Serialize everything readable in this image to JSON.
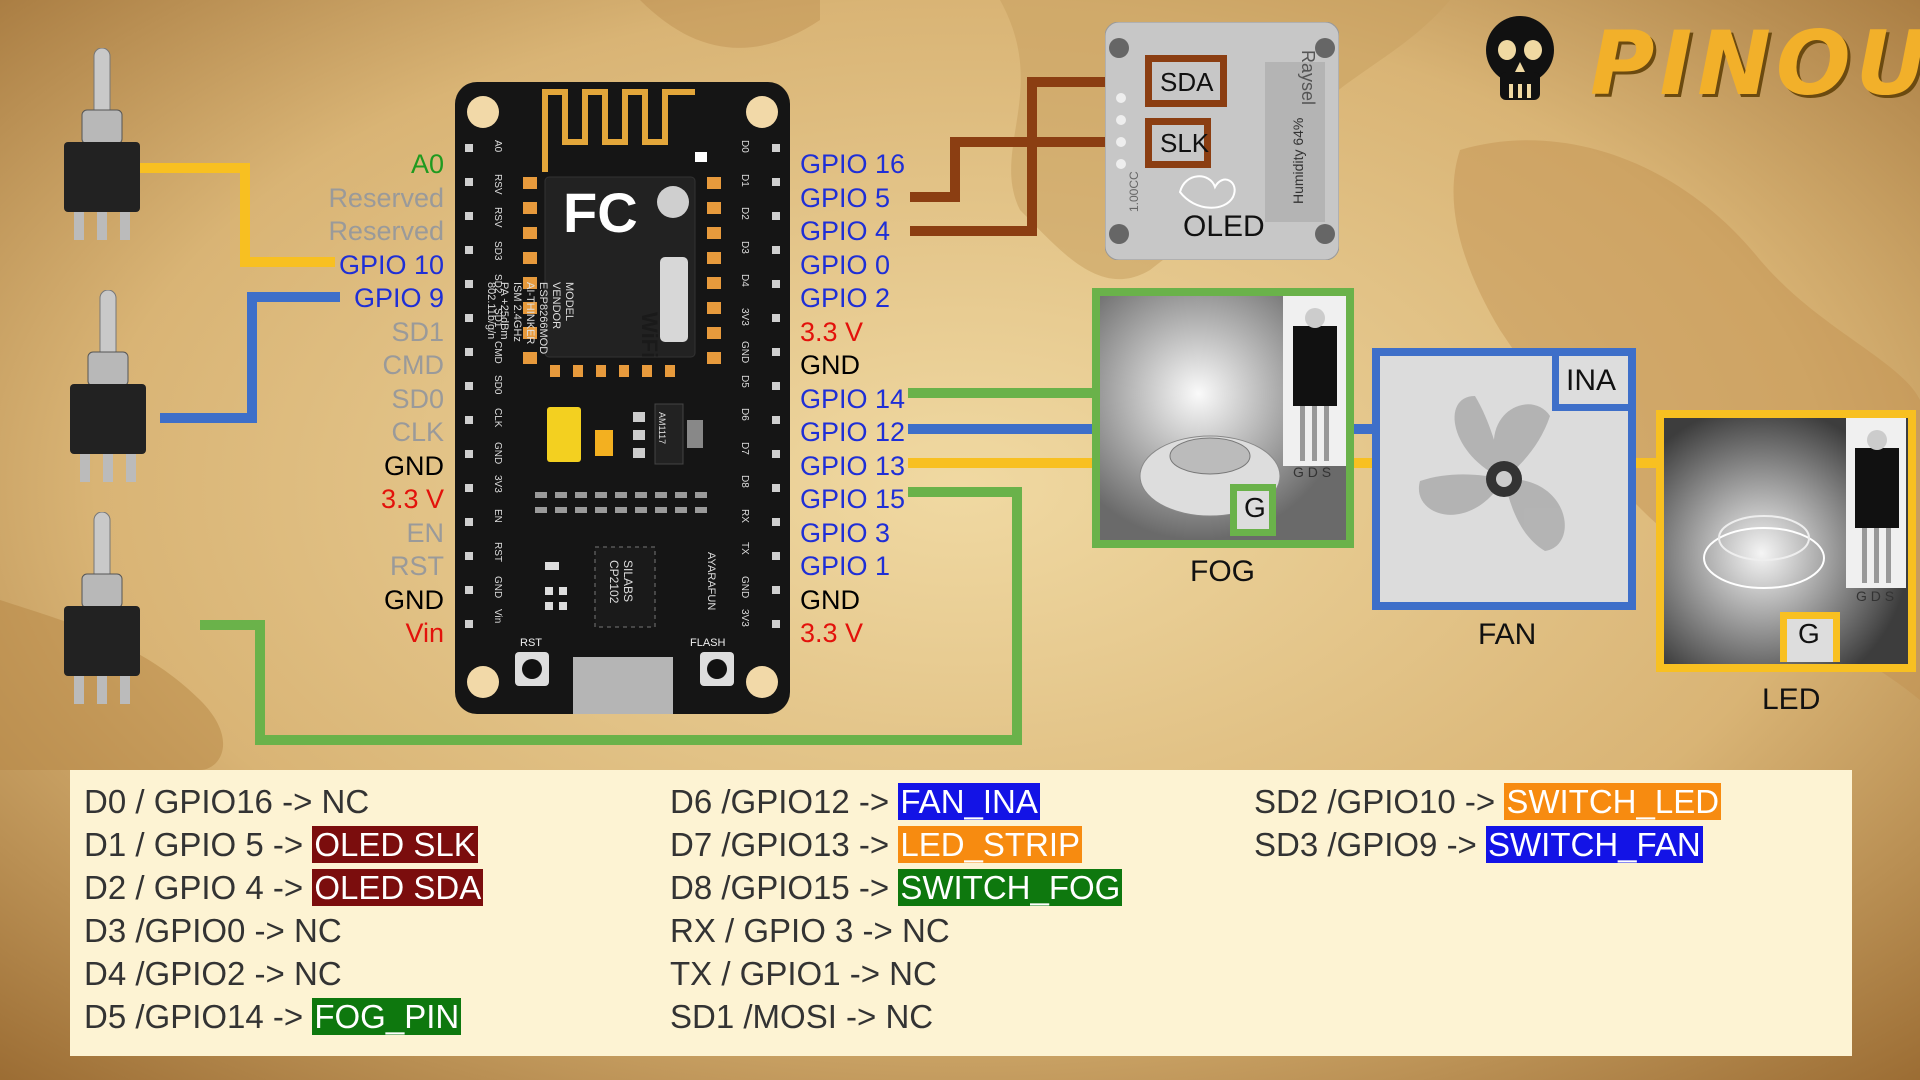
{
  "title": "PINOUT",
  "colors": {
    "gpio_blue": "#1f2fd6",
    "reserved_gray": "#9a9a9a",
    "power_red": "#e3120b",
    "analog_green": "#1f9a1f",
    "wire_orange": "#f8c021",
    "wire_blue": "#3e6fc9",
    "wire_green": "#6ab24a",
    "wire_brown": "#8b3e12",
    "legend_bg": "#fdf3d3",
    "hl_darkred": "#7b0d0d",
    "hl_blue": "#1313e6",
    "hl_orange": "#f78b10",
    "hl_green": "#0e780e"
  },
  "left_pins": [
    {
      "label": "A0",
      "color": "analog_green"
    },
    {
      "label": "Reserved",
      "color": "reserved_gray"
    },
    {
      "label": "Reserved",
      "color": "reserved_gray"
    },
    {
      "label": "GPIO 10",
      "color": "gpio_blue"
    },
    {
      "label": "GPIO 9",
      "color": "gpio_blue"
    },
    {
      "label": "SD1",
      "color": "reserved_gray"
    },
    {
      "label": "CMD",
      "color": "reserved_gray"
    },
    {
      "label": "SD0",
      "color": "reserved_gray"
    },
    {
      "label": "CLK",
      "color": "reserved_gray"
    },
    {
      "label": "GND",
      "color": "black"
    },
    {
      "label": "3.3 V",
      "color": "power_red"
    },
    {
      "label": "EN",
      "color": "reserved_gray"
    },
    {
      "label": "RST",
      "color": "reserved_gray"
    },
    {
      "label": "GND",
      "color": "black"
    },
    {
      "label": "Vin",
      "color": "power_red"
    }
  ],
  "right_pins": [
    {
      "label": "GPIO 16",
      "color": "gpio_blue"
    },
    {
      "label": "GPIO 5",
      "color": "gpio_blue"
    },
    {
      "label": "GPIO 4",
      "color": "gpio_blue"
    },
    {
      "label": "GPIO 0",
      "color": "gpio_blue"
    },
    {
      "label": "GPIO 2",
      "color": "gpio_blue"
    },
    {
      "label": "3.3 V",
      "color": "power_red"
    },
    {
      "label": "GND",
      "color": "black"
    },
    {
      "label": "GPIO 14",
      "color": "gpio_blue"
    },
    {
      "label": "GPIO 12",
      "color": "gpio_blue"
    },
    {
      "label": "GPIO 13",
      "color": "gpio_blue"
    },
    {
      "label": "GPIO 15",
      "color": "gpio_blue"
    },
    {
      "label": "GPIO 3",
      "color": "gpio_blue"
    },
    {
      "label": "GPIO 1",
      "color": "gpio_blue"
    },
    {
      "label": "GND",
      "color": "black"
    },
    {
      "label": "3.3 V",
      "color": "power_red"
    }
  ],
  "board_left_silk": [
    "A0",
    "RSV",
    "RSV",
    "SD3",
    "SD2",
    "SD1",
    "CMD",
    "SD0",
    "CLK",
    "GND",
    "3V3",
    "EN",
    "RST",
    "GND",
    "Vin"
  ],
  "board_right_silk": [
    "D0",
    "D1",
    "D2",
    "D3",
    "D4",
    "3V3",
    "GND",
    "D5",
    "D6",
    "D7",
    "D8",
    "RX",
    "TX",
    "GND",
    "3V3"
  ],
  "board_text": {
    "model_lines": [
      "MODEL",
      "VENDOR",
      "ESP8266MOD",
      "AI-THINKER",
      "ISM 2.4GHz",
      "PA +25dBm",
      "802.11b/g/n"
    ],
    "fc": "FC",
    "wifi": "WiFi",
    "chip": "SILABS CP2102",
    "ams": "AM1117",
    "brand": "AYARAFUN",
    "rst": "RST",
    "flash": "FLASH"
  },
  "oled": {
    "label": "OLED",
    "sda": "SDA",
    "slk": "SLK",
    "side_text": "Raysel",
    "sensor_text": "Humidity 64%",
    "top_text": "1.00CC"
  },
  "fog": {
    "label": "FOG",
    "gate": "G",
    "pins": "G D S"
  },
  "fan": {
    "label": "FAN",
    "ina": "INA"
  },
  "led": {
    "label": "LED",
    "gate": "G",
    "pins": "G D S"
  },
  "legend": {
    "col1": [
      {
        "text": "D0 / GPIO16 -> NC"
      },
      {
        "text": "D1 / GPIO 5 -> ",
        "hl": "OLED SLK",
        "hl_color": "hl_darkred"
      },
      {
        "text": "D2 / GPIO 4 -> ",
        "hl": "OLED SDA",
        "hl_color": "hl_darkred"
      },
      {
        "text": "D3 /GPIO0 -> NC"
      },
      {
        "text": "D4 /GPIO2 -> NC"
      },
      {
        "text": "D5 /GPIO14 -> ",
        "hl": "FOG_PIN",
        "hl_color": "hl_green"
      }
    ],
    "col2": [
      {
        "text": "D6 /GPIO12 -> ",
        "hl": "FAN_INA",
        "hl_color": "hl_blue"
      },
      {
        "text": "D7 /GPIO13 -> ",
        "hl": "LED_STRIP",
        "hl_color": "hl_orange"
      },
      {
        "text": "D8 /GPIO15 -> ",
        "hl": " SWITCH_FOG",
        "hl_color": "hl_green"
      },
      {
        "text": "RX / GPIO 3 -> NC"
      },
      {
        "text": "TX / GPIO1 -> NC"
      },
      {
        "text": "SD1 /MOSI -> NC"
      }
    ],
    "col3": [
      {
        "text": "SD2 /GPIO10 -> ",
        "hl": "SWITCH_LED",
        "hl_color": "hl_orange"
      },
      {
        "text": "SD3 /GPIO9 -> ",
        "hl": "SWITCH_FAN",
        "hl_color": "hl_blue"
      }
    ]
  }
}
